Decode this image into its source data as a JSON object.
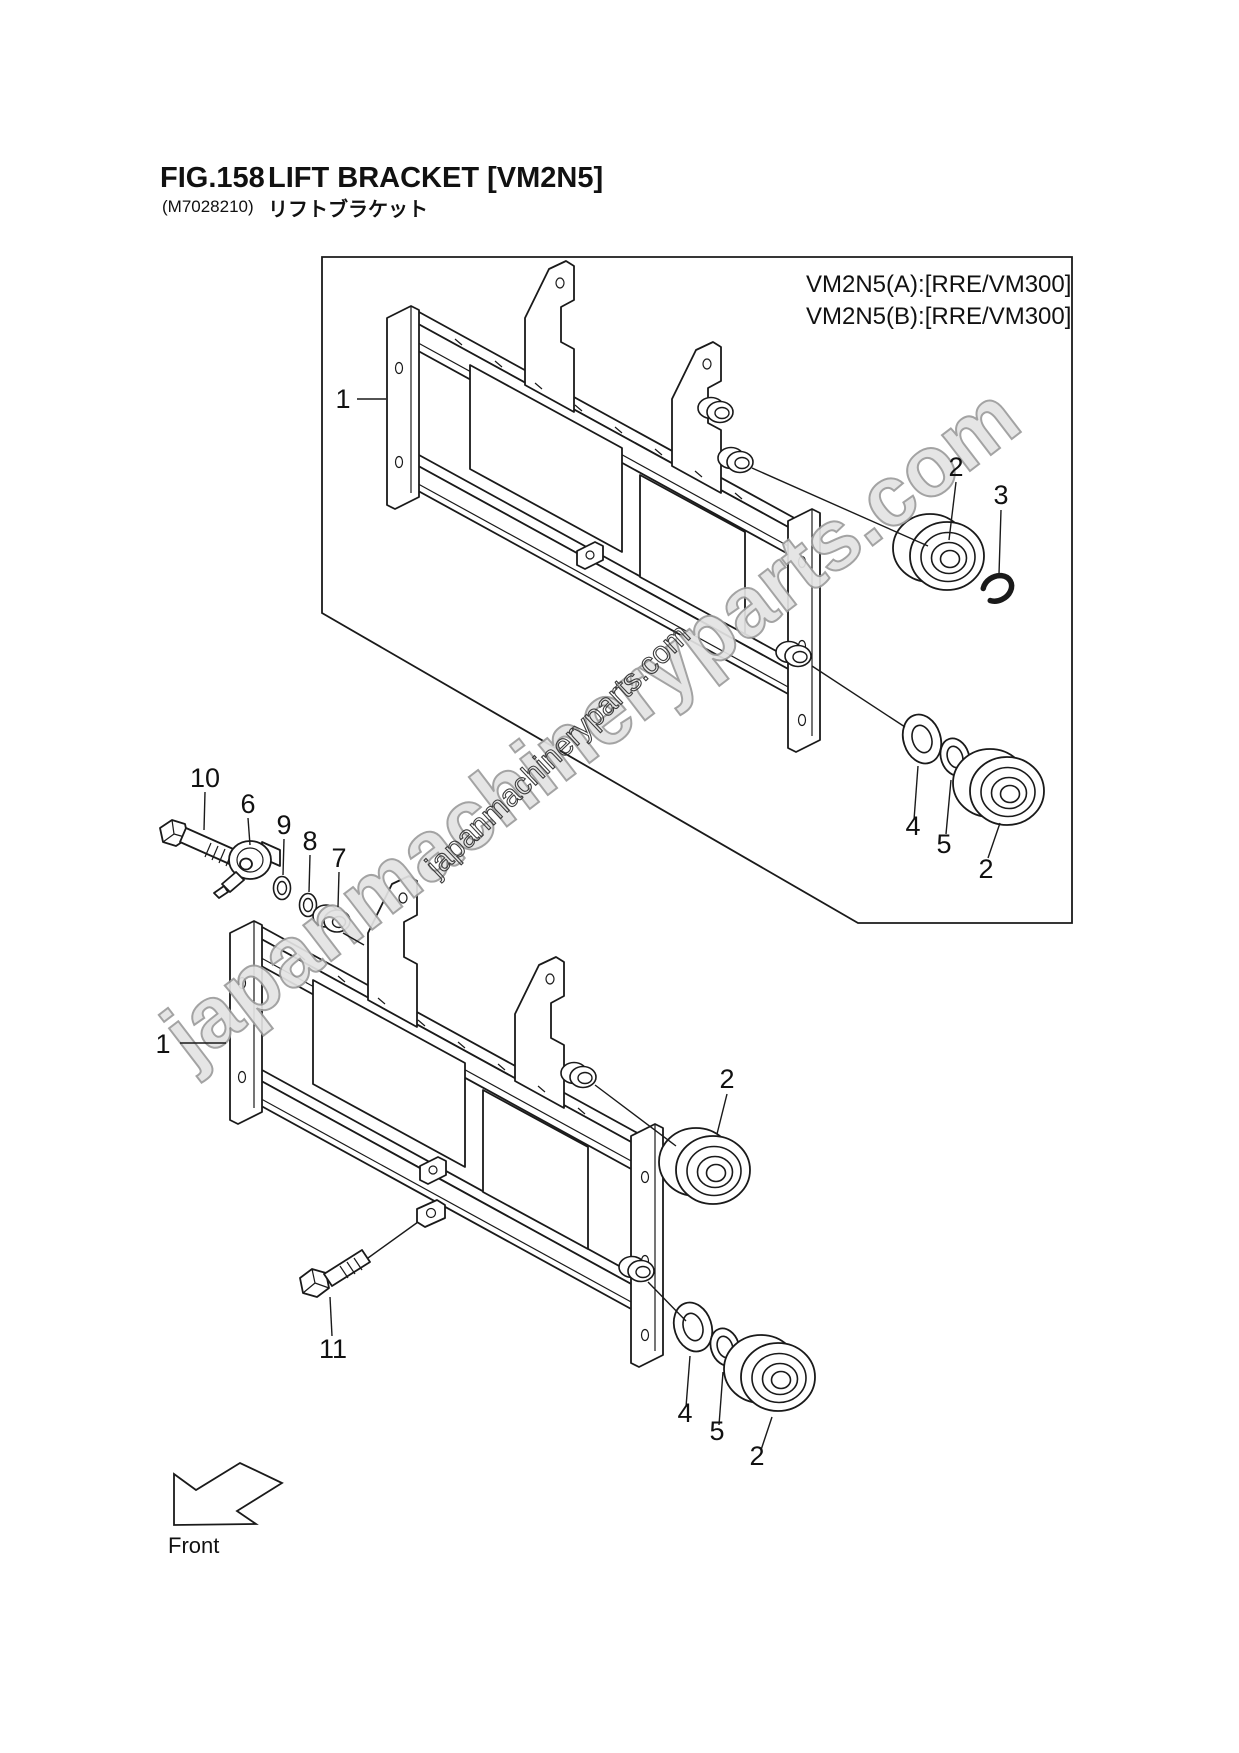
{
  "header": {
    "fig_label": "FIG.158",
    "title": "LIFT BRACKET [VM2N5]",
    "code": "(M7028210)",
    "subtitle_jp": "リフトブラケット"
  },
  "diagram": {
    "variants": {
      "a": "VM2N5(A):[RRE/VM300]",
      "b": "VM2N5(B):[RRE/VM300]"
    },
    "watermark_large": "japanmachineryparts.com",
    "watermark_small": "japanmachineryparts.com",
    "front_label": "Front",
    "callouts_upper": {
      "c1": "1",
      "c2": "2",
      "c3": "3",
      "c4": "4",
      "c5": "5",
      "c2b": "2"
    },
    "callouts_lower": {
      "c10": "10",
      "c6": "6",
      "c9": "9",
      "c8": "8",
      "c7": "7",
      "c1": "1",
      "c2": "2",
      "c11": "11",
      "c4": "4",
      "c5": "5",
      "c2b": "2"
    }
  }
}
